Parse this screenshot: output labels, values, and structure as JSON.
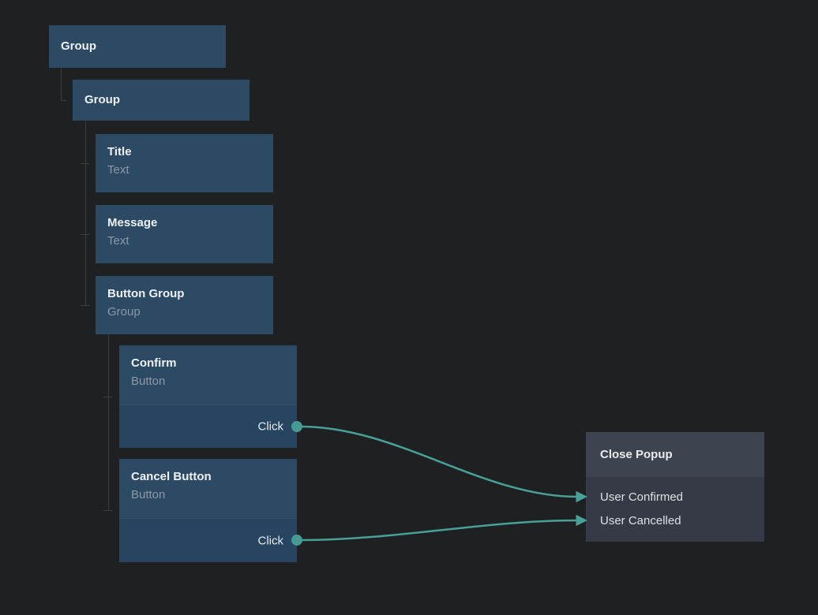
{
  "colors": {
    "background": "#1f2021",
    "node_blue": "#2d4a65",
    "node_blue_port_section": "#274560",
    "event_node_header": "#3e4350",
    "event_node_body": "#363a46",
    "wire_teal": "#48a099",
    "port_teal": "#459b93",
    "hierarchy_line_gray": "#3d3d3d",
    "title_text": "#eef1f4",
    "subtitle_text": "#8c98a5"
  },
  "nodes": {
    "group1": {
      "title": "Group"
    },
    "group2": {
      "title": "Group"
    },
    "title_node": {
      "title": "Title",
      "subtitle": "Text"
    },
    "message_node": {
      "title": "Message",
      "subtitle": "Text"
    },
    "button_group": {
      "title": "Button Group",
      "subtitle": "Group"
    },
    "confirm": {
      "title": "Confirm",
      "subtitle": "Button",
      "output_port": "Click"
    },
    "cancel": {
      "title": "Cancel Button",
      "subtitle": "Button",
      "output_port": "Click"
    },
    "close_popup": {
      "title": "Close Popup",
      "inputs": [
        "User Confirmed",
        "User Cancelled"
      ]
    }
  }
}
